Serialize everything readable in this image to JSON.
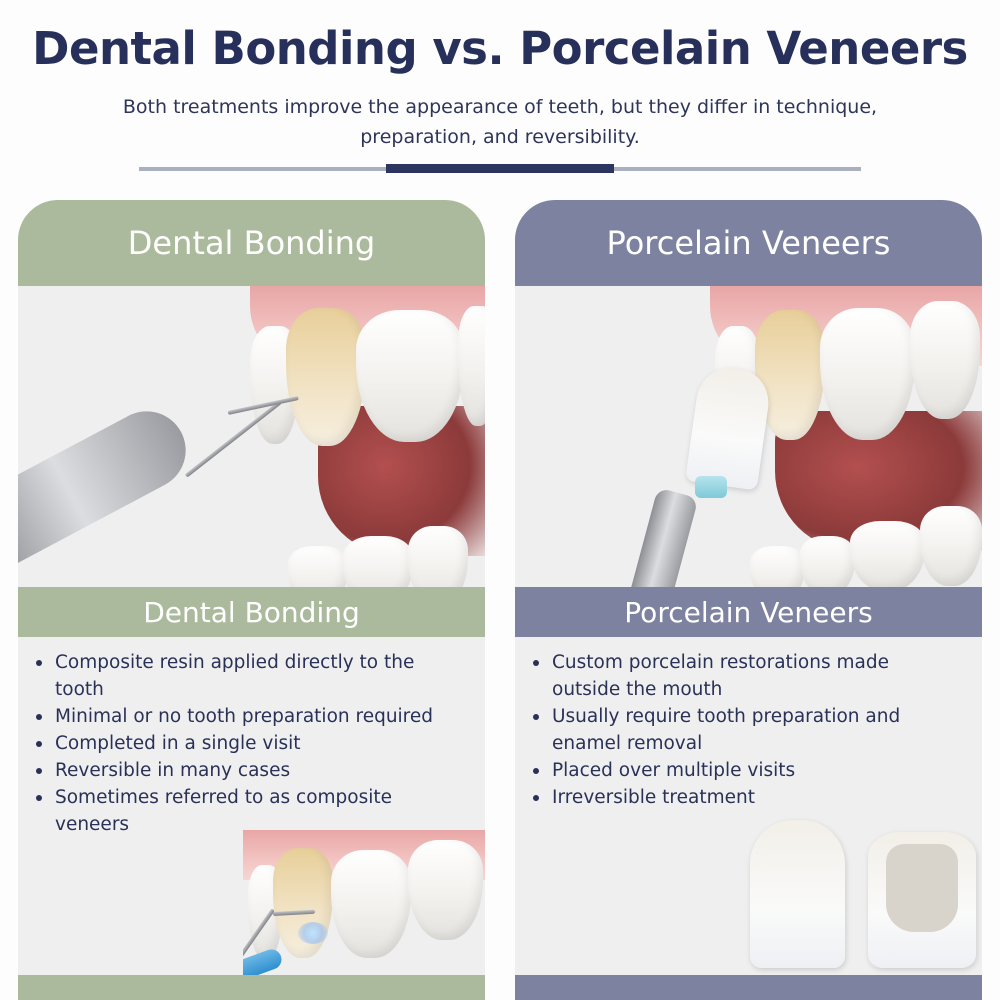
{
  "header": {
    "title": "Dental Bonding vs. Porcelain Veneers",
    "subtitle_line1": "Both treatments improve the appearance of teeth, but they differ in technique,",
    "subtitle_line2": "preparation, and reversibility."
  },
  "colors": {
    "title": "#27305a",
    "bonding_accent": "#abba9c",
    "veneers_accent": "#7c829f",
    "card_background": "#efefef",
    "divider_dark": "#2b3560",
    "divider_light": "#aab0c0"
  },
  "cards": {
    "bonding": {
      "header": "Dental Bonding",
      "sub_header": "Dental Bonding",
      "hero_image": "tooth-bonding-instrument-illustration",
      "bullets": [
        "Composite resin applied directly to the tooth",
        "Minimal or no tooth preparation required",
        "Completed in a single visit",
        "Reversible in many cases",
        "Sometimes referred to as composite veneers"
      ],
      "detail_image": "tooth-bonding-curing-light-illustration"
    },
    "veneers": {
      "header": "Porcelain Veneers",
      "sub_header": "Porcelain Veneers",
      "hero_image": "veneer-placement-illustration",
      "bullets": [
        "Custom porcelain restorations made outside the mouth",
        "Usually require tooth preparation and enamel removal",
        "Placed over multiple visits",
        "Irreversible treatment"
      ],
      "detail_image": "porcelain-veneer-shells-illustration"
    }
  }
}
